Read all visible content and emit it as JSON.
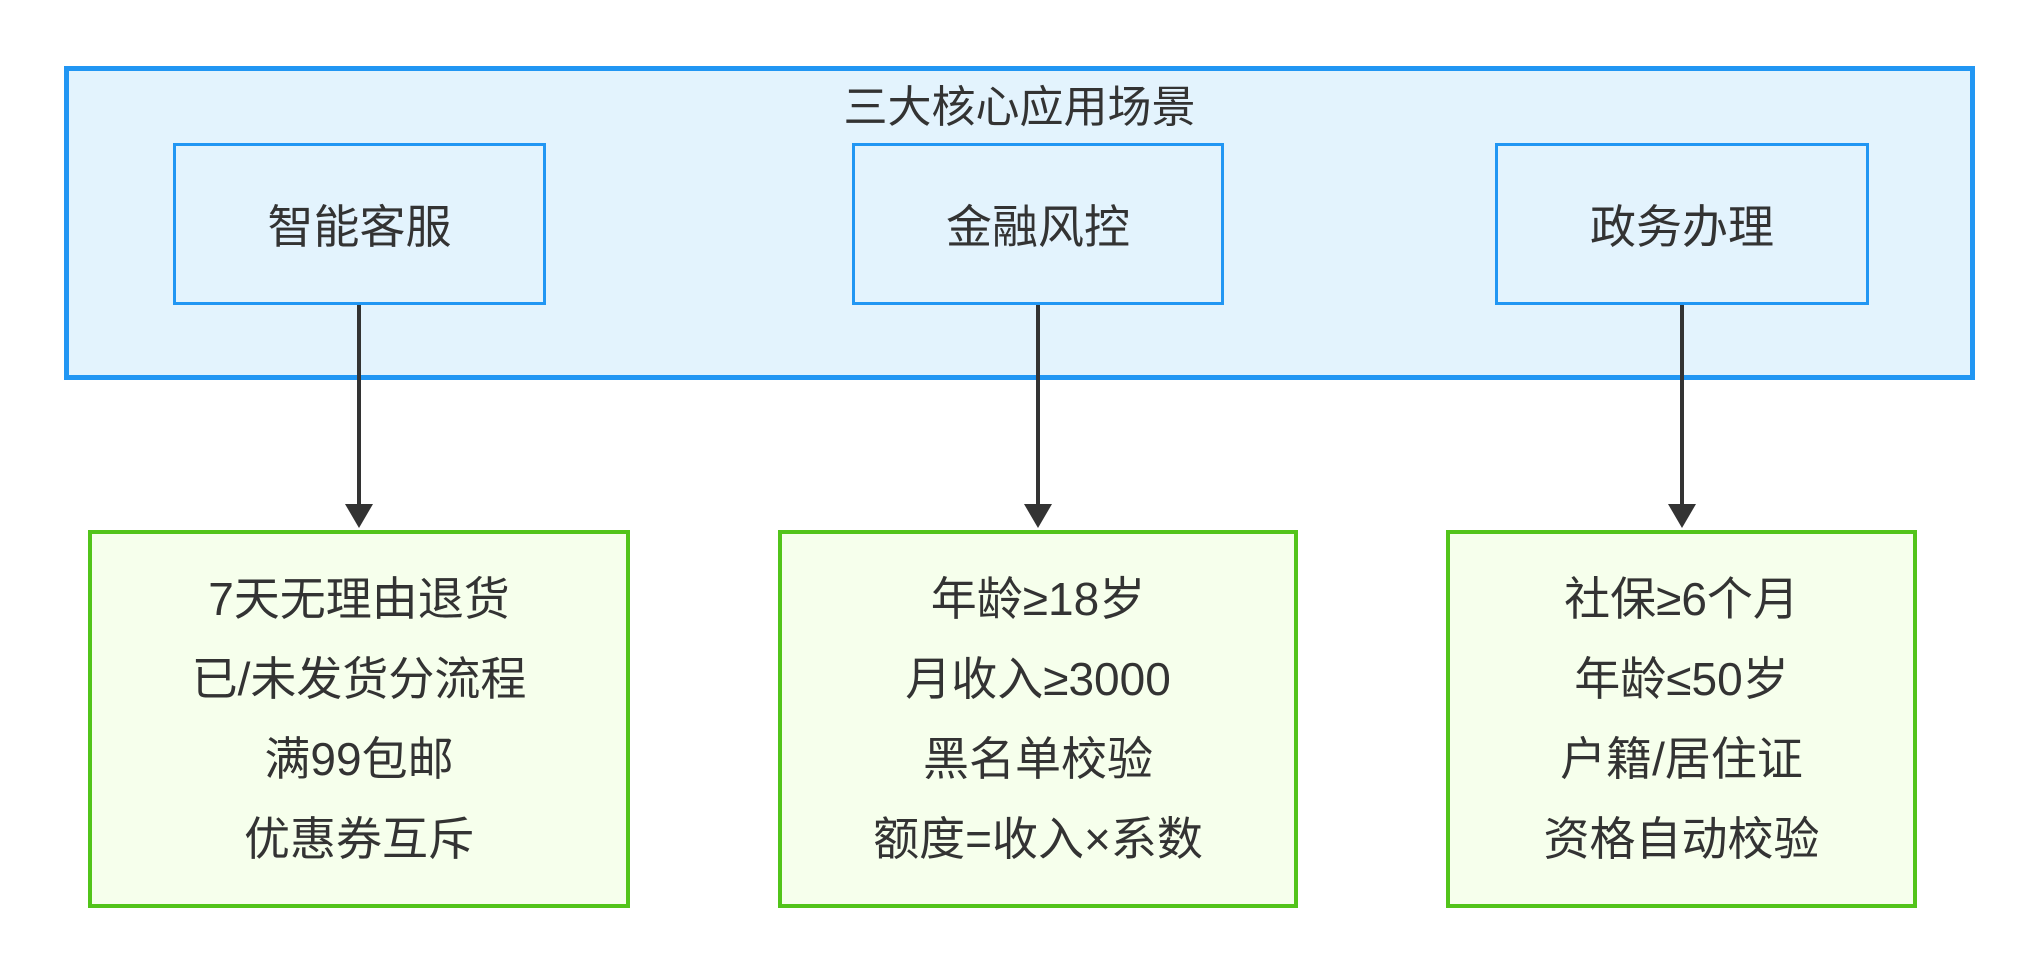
{
  "diagram": {
    "title": "三大核心应用场景",
    "colors": {
      "blue_border": "#2196f3",
      "blue_fill": "#e3f3fd",
      "green_border": "#52c41a",
      "green_fill": "#f6ffec",
      "arrow": "#333333",
      "text": "#333333",
      "background": "#ffffff"
    },
    "scenarios": [
      {
        "label": "智能客服"
      },
      {
        "label": "金融风控"
      },
      {
        "label": "政务办理"
      }
    ],
    "details": [
      {
        "lines": [
          "7天无理由退货",
          "已/未发货分流程",
          "满99包邮",
          "优惠券互斥"
        ]
      },
      {
        "lines": [
          "年龄≥18岁",
          "月收入≥3000",
          "黑名单校验",
          "额度=收入×系数"
        ]
      },
      {
        "lines": [
          "社保≥6个月",
          "年龄≤50岁",
          "户籍/居住证",
          "资格自动校验"
        ]
      }
    ]
  }
}
